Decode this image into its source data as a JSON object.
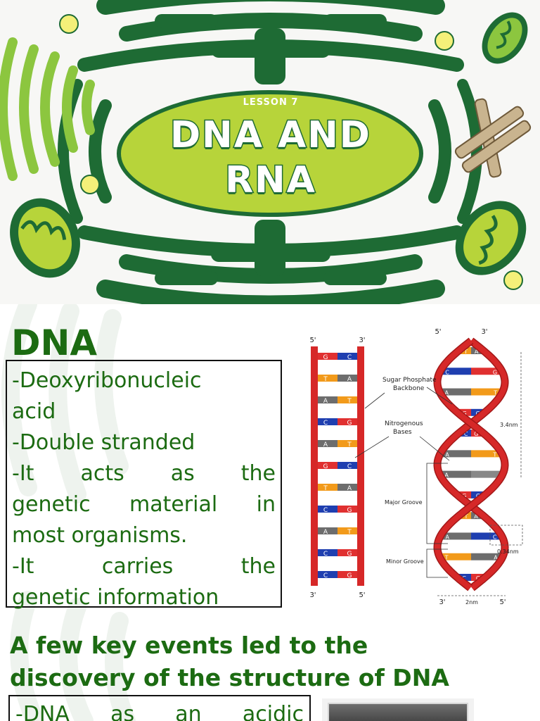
{
  "title_slide": {
    "lesson_label": "LESSON 7",
    "title_line1": "DNA AND",
    "title_line2": "RNA"
  },
  "dna_slide": {
    "heading": "DNA",
    "definition_lines": [
      [
        "-Deoxyribonucleic"
      ],
      [
        "acid"
      ],
      [
        "-Double stranded"
      ],
      [
        "-It",
        "acts",
        "as",
        "the"
      ],
      [
        "genetic",
        "material",
        "in"
      ],
      [
        "most organisms."
      ],
      [
        "-It",
        "carries",
        "the"
      ],
      [
        "genetic information"
      ]
    ],
    "diagram": {
      "ladder_top_left": "5'",
      "ladder_top_right": "3'",
      "ladder_bottom_left": "3'",
      "ladder_bottom_right": "5'",
      "helix_top_left": "5'",
      "helix_top_right": "3'",
      "helix_bottom_left": "3'",
      "helix_bottom_right": "5'",
      "label_backbone_1": "Sugar Phosphate",
      "label_backbone_2": "Backbone",
      "label_bases_1": "Nitrogenous",
      "label_bases_2": "Bases",
      "label_major_groove": "Major Groove",
      "label_minor_groove": "Minor Groove",
      "label_pitch": "3.4nm",
      "label_rise": "0.34nm",
      "label_width": "2nm",
      "ladder_pairs": [
        [
          "G",
          "C"
        ],
        [
          "T",
          "A"
        ],
        [
          "A",
          "T"
        ],
        [
          "C",
          "G"
        ],
        [
          "A",
          "T"
        ],
        [
          "G",
          "C"
        ],
        [
          "T",
          "A"
        ],
        [
          "C",
          "G"
        ],
        [
          "A",
          "T"
        ],
        [
          "C",
          "G"
        ],
        [
          "C",
          "G"
        ]
      ],
      "helix_pairs": [
        [
          "T",
          "A"
        ],
        [
          "C",
          "G"
        ],
        [
          "A",
          "T"
        ],
        [
          "G",
          "C"
        ],
        [
          "C",
          "G"
        ],
        [
          "A",
          "T"
        ],
        [
          "A",
          ""
        ],
        [
          "G",
          "C"
        ],
        [
          "T",
          "A"
        ],
        [
          "A",
          "C"
        ],
        [
          "T",
          "A"
        ],
        [
          "C",
          "G"
        ]
      ],
      "colors": {
        "backbone": "#d62828",
        "G": "#e03030",
        "C": "#1f3fb0",
        "T": "#f29a1a",
        "A": "#6d6d6d"
      }
    },
    "events_heading_line1": "A few key events led to the",
    "events_heading_line2": "discovery of the structure of DNA",
    "events_first_line": [
      "-DNA",
      "as",
      "an",
      "acidic"
    ]
  },
  "colors": {
    "dark_green": "#1e6b34",
    "light_green": "#8cc63f",
    "lime_oval": "#b7d43a",
    "text_green": "#1c6b12"
  }
}
